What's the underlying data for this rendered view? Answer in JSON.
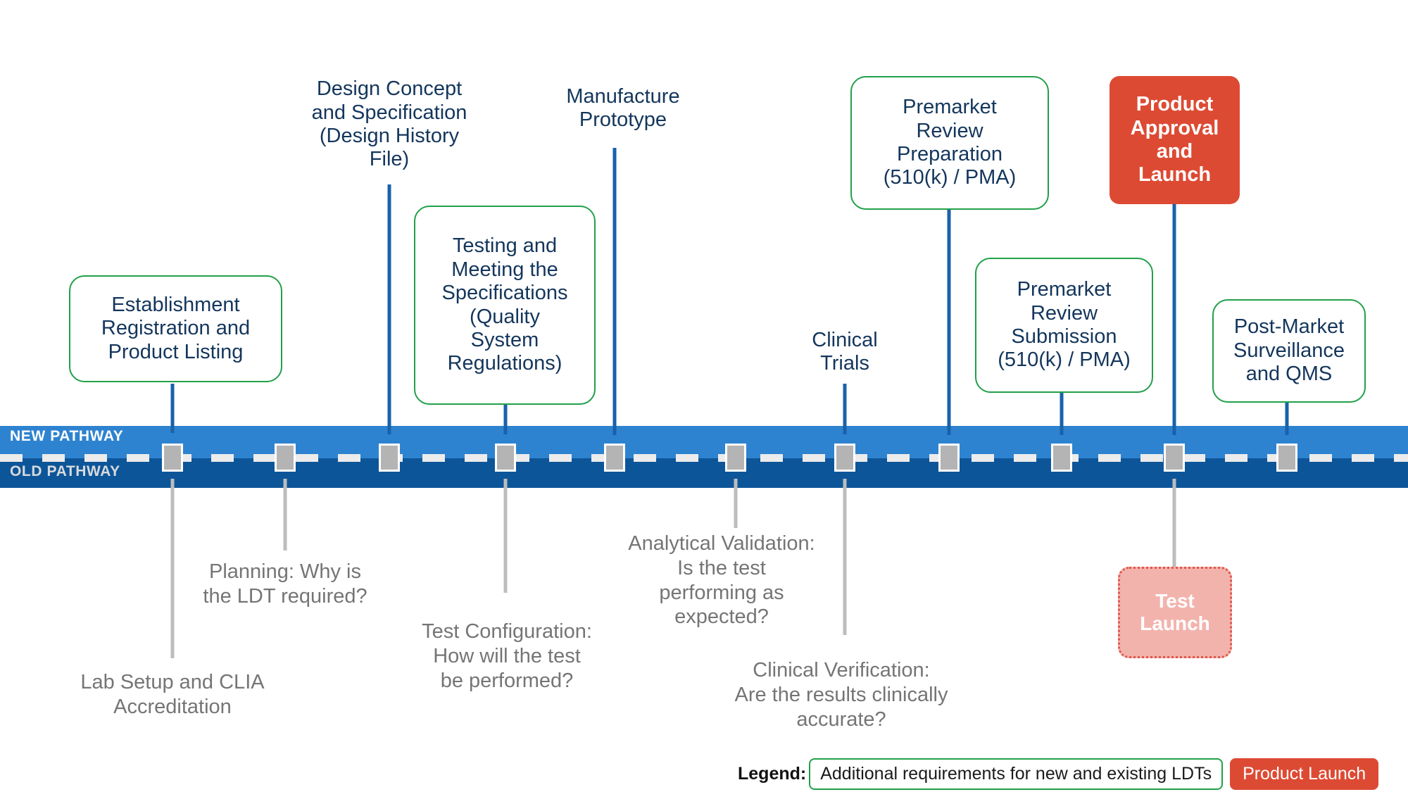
{
  "timeline": {
    "new_pathway_label": "NEW PATHWAY",
    "old_pathway_label": "OLD PATHWAY",
    "colors": {
      "new_band": "#2e83d0",
      "old_band": "#0d5599",
      "green_border": "#22a04a",
      "navy_text": "#14365c",
      "gray_text": "#757575",
      "red_fill": "#dd4a33",
      "pink_fill": "#f3b3ad",
      "marker_fill": "#b4b4b4"
    }
  },
  "top_items": [
    {
      "text": "Establishment\nRegistration and\nProduct Listing",
      "style": "boxed"
    },
    {
      "text": "Design Concept\nand Specification\n(Design History\nFile)",
      "style": "plain"
    },
    {
      "text": "Testing and\nMeeting the\nSpecifications\n(Quality\nSystem\nRegulations)",
      "style": "boxed"
    },
    {
      "text": "Manufacture\nPrototype",
      "style": "plain"
    },
    {
      "text": "Clinical\nTrials",
      "style": "plain"
    },
    {
      "text": "Premarket\nReview\nPreparation\n(510(k) / PMA)",
      "style": "boxed"
    },
    {
      "text": "Premarket\nReview\nSubmission\n(510(k) / PMA)",
      "style": "boxed"
    },
    {
      "text": "Product\nApproval\nand\nLaunch",
      "style": "red"
    },
    {
      "text": "Post-Market\nSurveillance\nand QMS",
      "style": "boxed"
    }
  ],
  "bottom_items": [
    {
      "text": "Lab Setup and CLIA\nAccreditation"
    },
    {
      "text": "Planning: Why is\nthe LDT required?"
    },
    {
      "text": "Test Configuration:\nHow will the test\nbe performed?"
    },
    {
      "text": "Analytical Validation:\nIs the test\nperforming as\nexpected?"
    },
    {
      "text": "Clinical Verification:\nAre the results clinically\naccurate?"
    },
    {
      "text": "Test\nLaunch",
      "style": "pinkdash"
    }
  ],
  "legend": {
    "title": "Legend:",
    "green_item": "Additional requirements for new and existing LDTs",
    "red_item": "Product Launch"
  }
}
